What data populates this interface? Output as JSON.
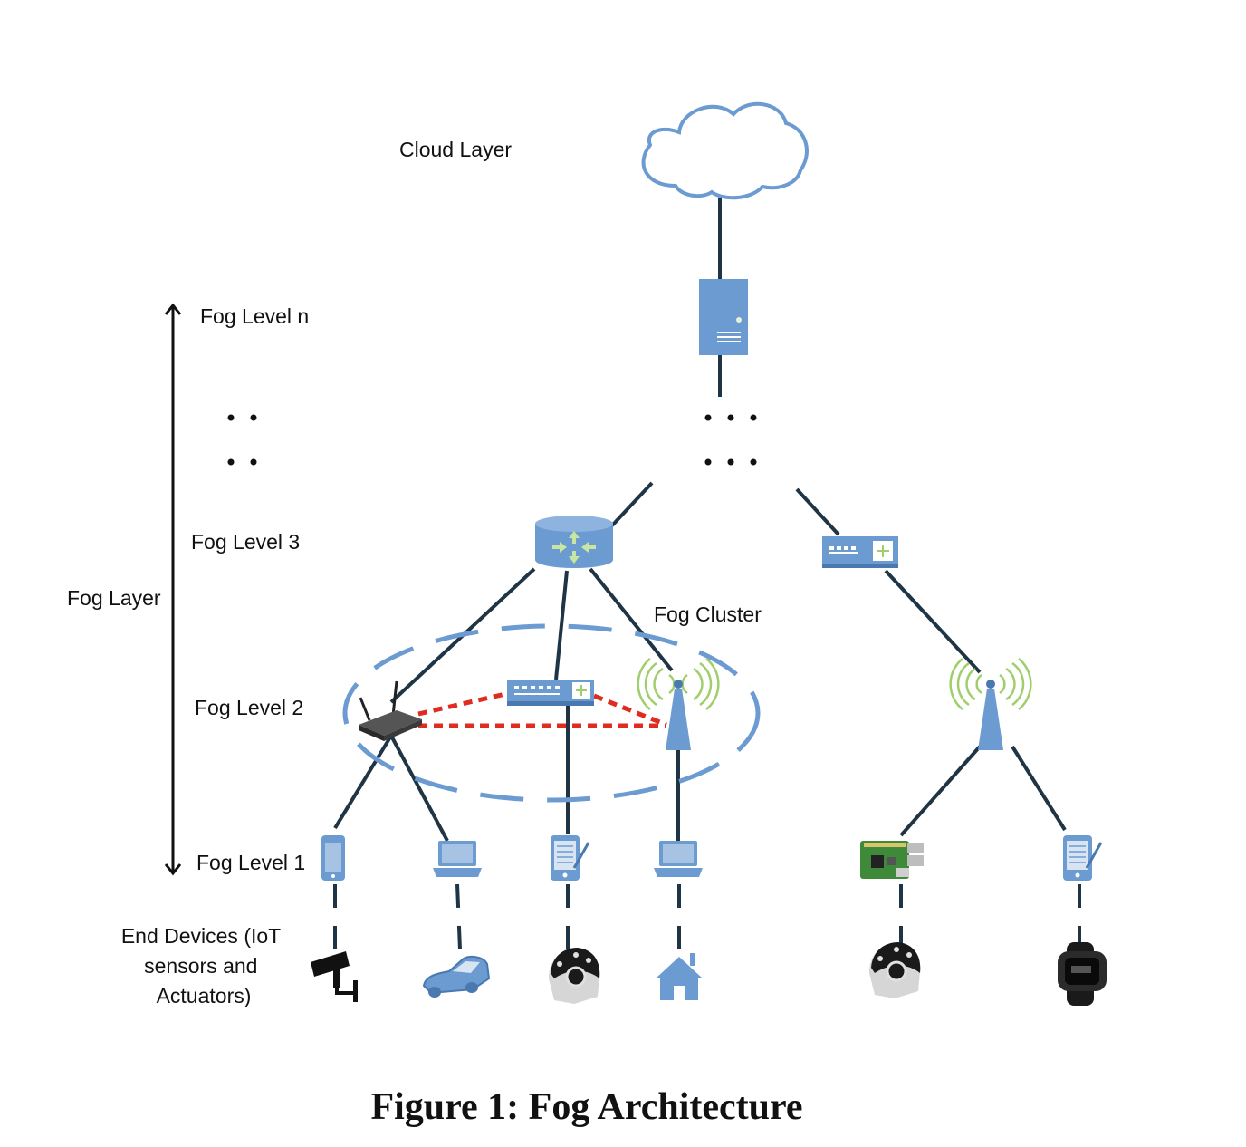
{
  "labels": {
    "cloud_layer": "Cloud Layer",
    "fog_level_n": "Fog Level n",
    "fog_level_3": "Fog Level 3",
    "fog_layer": "Fog Layer",
    "fog_level_2": "Fog Level 2",
    "fog_level_1": "Fog Level 1",
    "fog_cluster": "Fog Cluster",
    "end_devices": [
      "End Devices (IoT",
      "sensors and",
      "Actuators)"
    ]
  },
  "caption": "Figure 1: Fog Architecture",
  "colors": {
    "device_blue": "#6b9bd1",
    "device_blue_dark": "#4a78b0",
    "link": "#1f3444",
    "cluster_outline": "#6b9bd1",
    "cluster_link": "#e02b20",
    "wireless_wave": "#9fcf6a",
    "device_black": "#1a1a1a"
  },
  "icons": [
    "cloud-icon",
    "server-icon",
    "router-icon",
    "switch-icon",
    "wifi-router-icon",
    "wireless-tower-icon",
    "smartphone-icon",
    "laptop-icon",
    "pda-icon",
    "raspberry-pi-icon",
    "security-camera-icon",
    "car-icon",
    "eeg-headset-icon",
    "house-icon",
    "smartwatch-icon"
  ]
}
